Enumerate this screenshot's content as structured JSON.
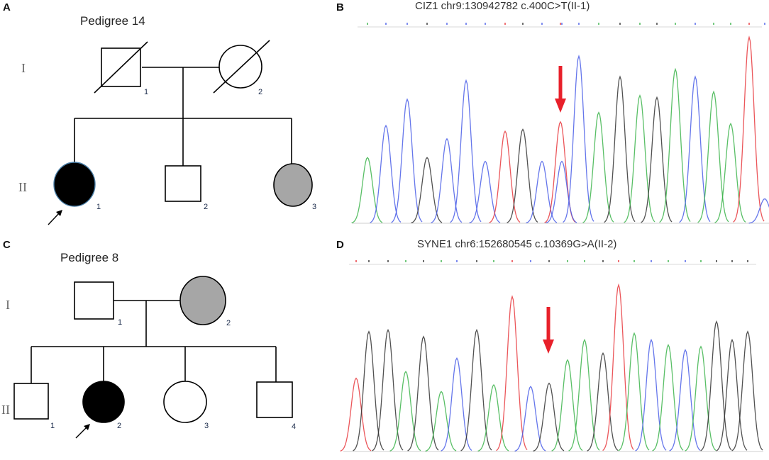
{
  "panels": {
    "a": {
      "letter": "A",
      "title": "Pedigree 14",
      "generations": [
        "I",
        "II"
      ],
      "individuals": [
        {
          "gen": "I",
          "num": "1",
          "sex": "male",
          "status": "deceased"
        },
        {
          "gen": "I",
          "num": "2",
          "sex": "female",
          "status": "deceased"
        },
        {
          "gen": "II",
          "num": "1",
          "sex": "female",
          "status": "affected",
          "proband": true
        },
        {
          "gen": "II",
          "num": "2",
          "sex": "male",
          "status": "unaffected"
        },
        {
          "gen": "II",
          "num": "3",
          "sex": "female",
          "status": "partially-affected"
        }
      ]
    },
    "b": {
      "letter": "B",
      "title": "CIZ1 chr9:130942782  c.400C>T(II-1)"
    },
    "c": {
      "letter": "C",
      "title": "Pedigree 8",
      "generations": [
        "I",
        "II"
      ],
      "individuals": [
        {
          "gen": "I",
          "num": "1",
          "sex": "male",
          "status": "unaffected"
        },
        {
          "gen": "I",
          "num": "2",
          "sex": "female",
          "status": "partially-affected"
        },
        {
          "gen": "II",
          "num": "1",
          "sex": "male",
          "status": "unaffected"
        },
        {
          "gen": "II",
          "num": "2",
          "sex": "female",
          "status": "affected",
          "proband": true
        },
        {
          "gen": "II",
          "num": "3",
          "sex": "female",
          "status": "unaffected"
        },
        {
          "gen": "II",
          "num": "4",
          "sex": "male",
          "status": "unaffected"
        }
      ]
    },
    "d": {
      "letter": "D",
      "title": "SYNE1 chr6:152680545 c.10369G>A(II-2)"
    }
  },
  "colors": {
    "affected": "#000000",
    "partially_affected": "#a6a6a6",
    "arrow_mutation": "#e8202a",
    "trace_A": "#3cb44b",
    "trace_C": "#4a5ee8",
    "trace_G": "#333333",
    "trace_T": "#e8383d"
  }
}
